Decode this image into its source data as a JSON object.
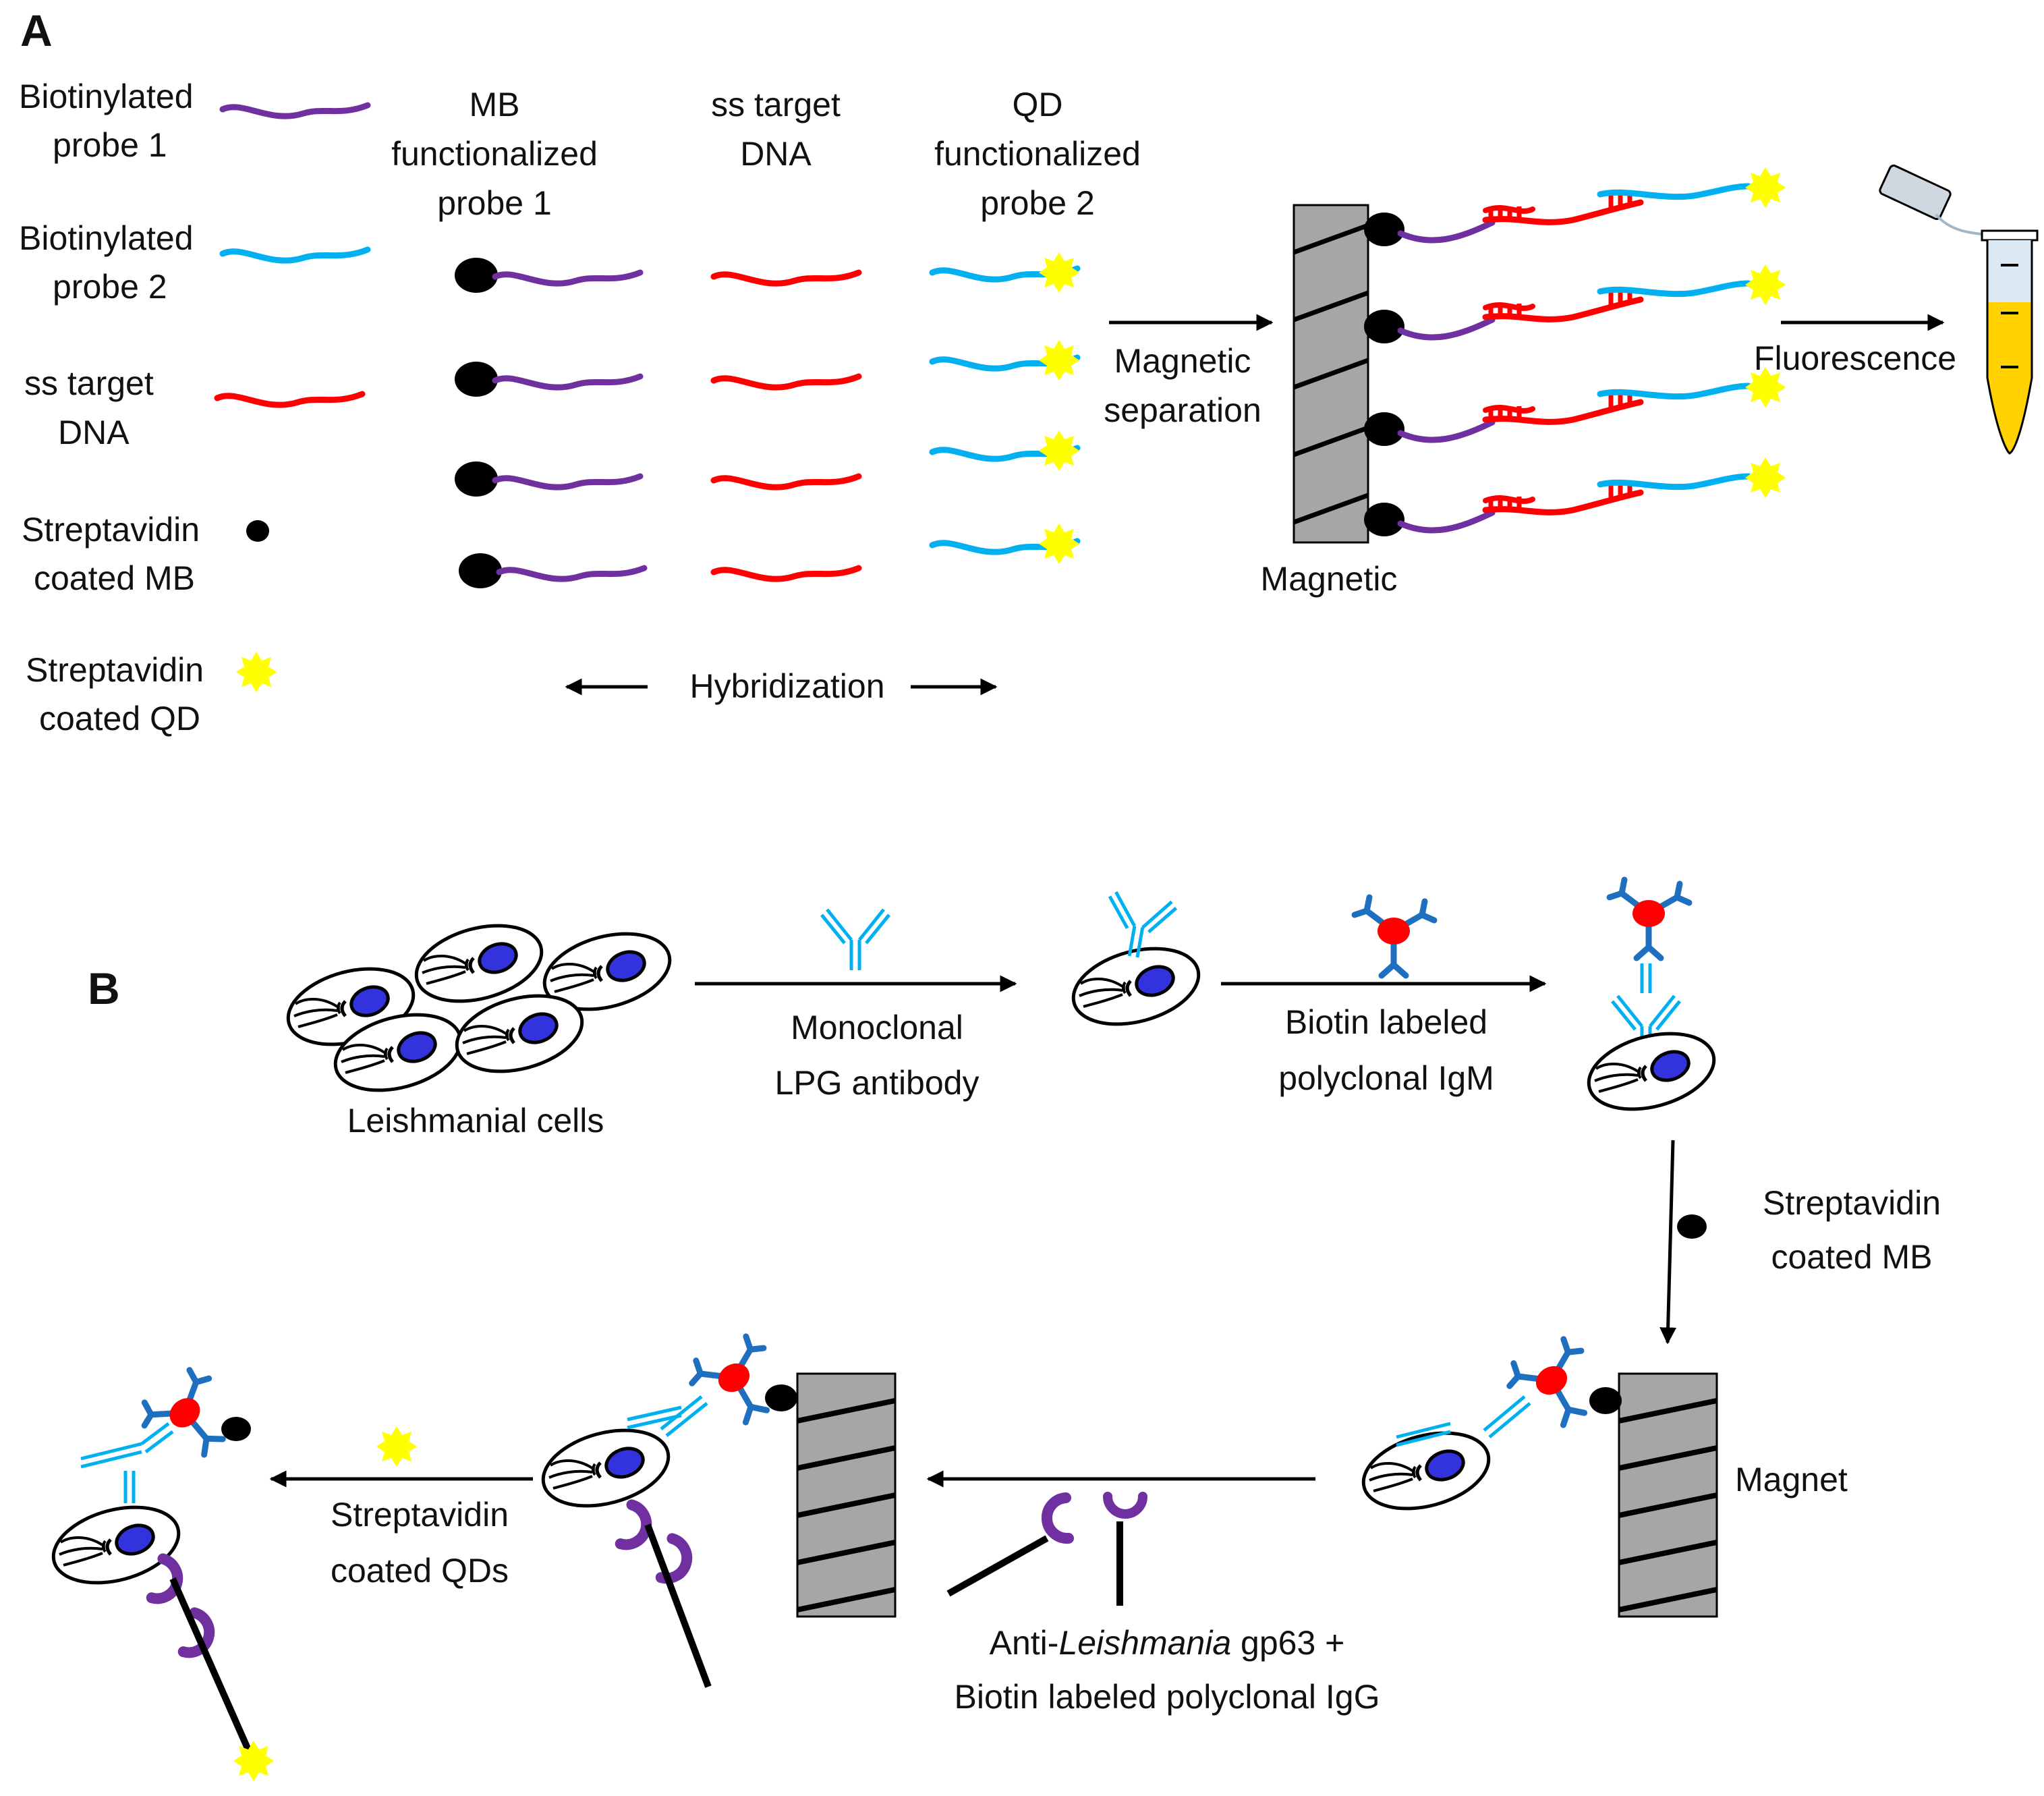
{
  "panel_a": {
    "letter": "A",
    "legend": [
      {
        "line1": "Biotinylated",
        "line2": "probe 1"
      },
      {
        "line1": "Biotinylated",
        "line2": "probe 2"
      },
      {
        "line1": "ss target",
        "line2": "DNA"
      },
      {
        "line1": "Streptavidin",
        "line2": "coated MB"
      },
      {
        "line1": "Streptavidin",
        "line2": "coated QD"
      }
    ],
    "col_mb": [
      "MB",
      "functionalized",
      "probe 1"
    ],
    "col_target": [
      "ss target",
      "DNA"
    ],
    "col_qd": [
      "QD",
      "functionalized",
      "probe 2"
    ],
    "hybridization": "Hybridization",
    "separation": [
      "Magnetic",
      "separation"
    ],
    "magnet": "Magnetic",
    "fluorescence": "Fluorescence"
  },
  "panel_b": {
    "letter": "B",
    "cells": "Leishmanial cells",
    "step1": [
      "Monoclonal",
      "LPG antibody"
    ],
    "step2": [
      "Biotin labeled",
      "polyclonal IgM"
    ],
    "step3": [
      "Streptavidin",
      "coated MB"
    ],
    "magnet": "Magnet",
    "step4_prefix": "Anti-",
    "step4_italic": "Leishmania",
    "step4_suffix": " gp63 +",
    "step4_line2": "Biotin labeled polyclonal IgG",
    "step5": [
      "Streptavidin",
      "coated QDs"
    ]
  },
  "colors": {
    "probe1": "#7030a0",
    "probe2": "#00b0f0",
    "target": "#ff0000",
    "bead": "#000000",
    "qd": "#ffff00",
    "nucleus": "#3333dd",
    "igm": "#1f6fc0",
    "magnet": "#a6a6a6",
    "tube_fill": "#ffd200",
    "tube_top": "#dbe9f5"
  }
}
